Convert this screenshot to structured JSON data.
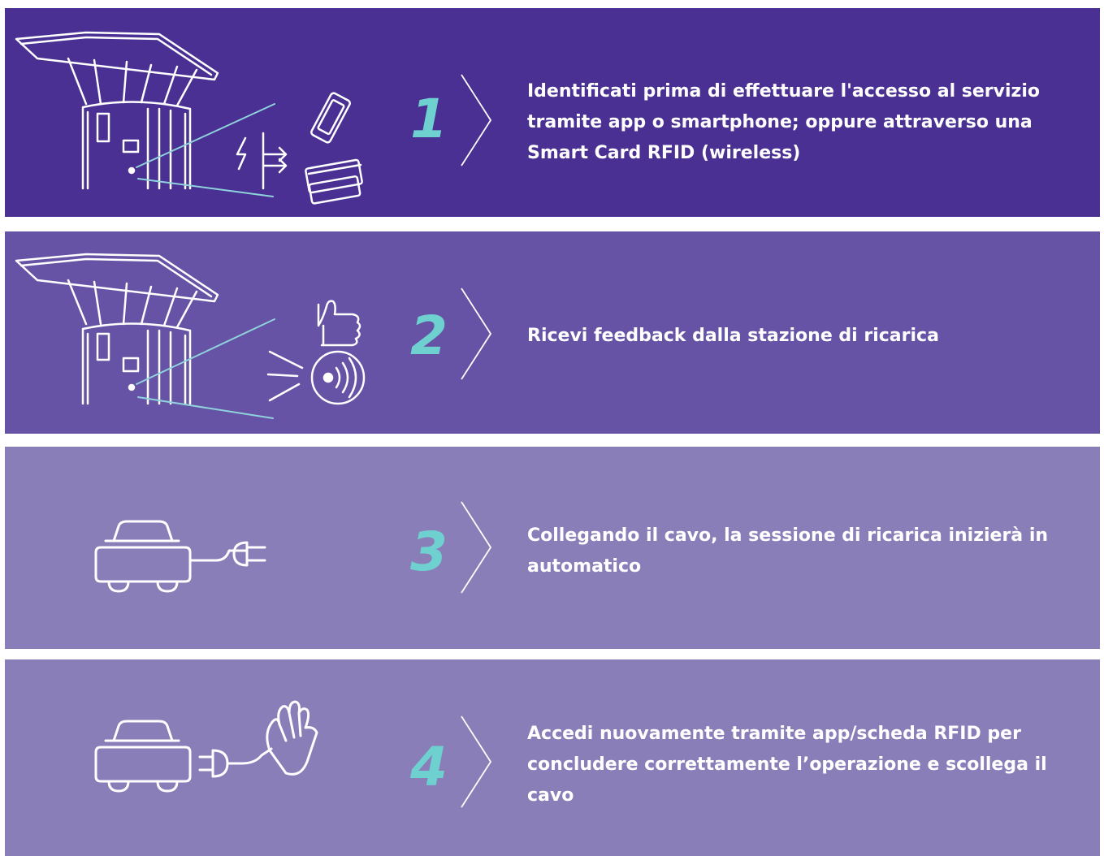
{
  "colors": {
    "step_1_bg": "#4a3093",
    "step_2_bg": "#6753a5",
    "step_3_bg": "#8a7eb8",
    "step_4_bg": "#8a7eb8",
    "accent": "#6fd0d0",
    "line_accent": "#8fd2dc",
    "text": "#ffffff"
  },
  "steps": [
    {
      "number": "1",
      "text": "Identificati prima di effettuare l'accesso al servizio tramite app o smartphone; oppure attraverso una Smart Card RFID (wireless)",
      "icons": [
        "charging-station-icon",
        "lightning-icon",
        "arrow-split-icon",
        "smartphone-icon",
        "card-icon"
      ]
    },
    {
      "number": "2",
      "text": "Ricevi feedback dalla stazione di ricarica",
      "icons": [
        "charging-station-icon",
        "thumbs-up-icon",
        "nfc-signal-icon"
      ]
    },
    {
      "number": "3",
      "text": "Collegando il cavo, la sessione di ricarica inizierà in automatico",
      "icons": [
        "car-icon",
        "plug-icon"
      ]
    },
    {
      "number": "4",
      "text": "Accedi nuovamente tramite app/scheda RFID per concludere correttamente l’operazione e scollega il cavo",
      "icons": [
        "car-icon",
        "plug-icon",
        "hand-wave-icon"
      ]
    }
  ]
}
